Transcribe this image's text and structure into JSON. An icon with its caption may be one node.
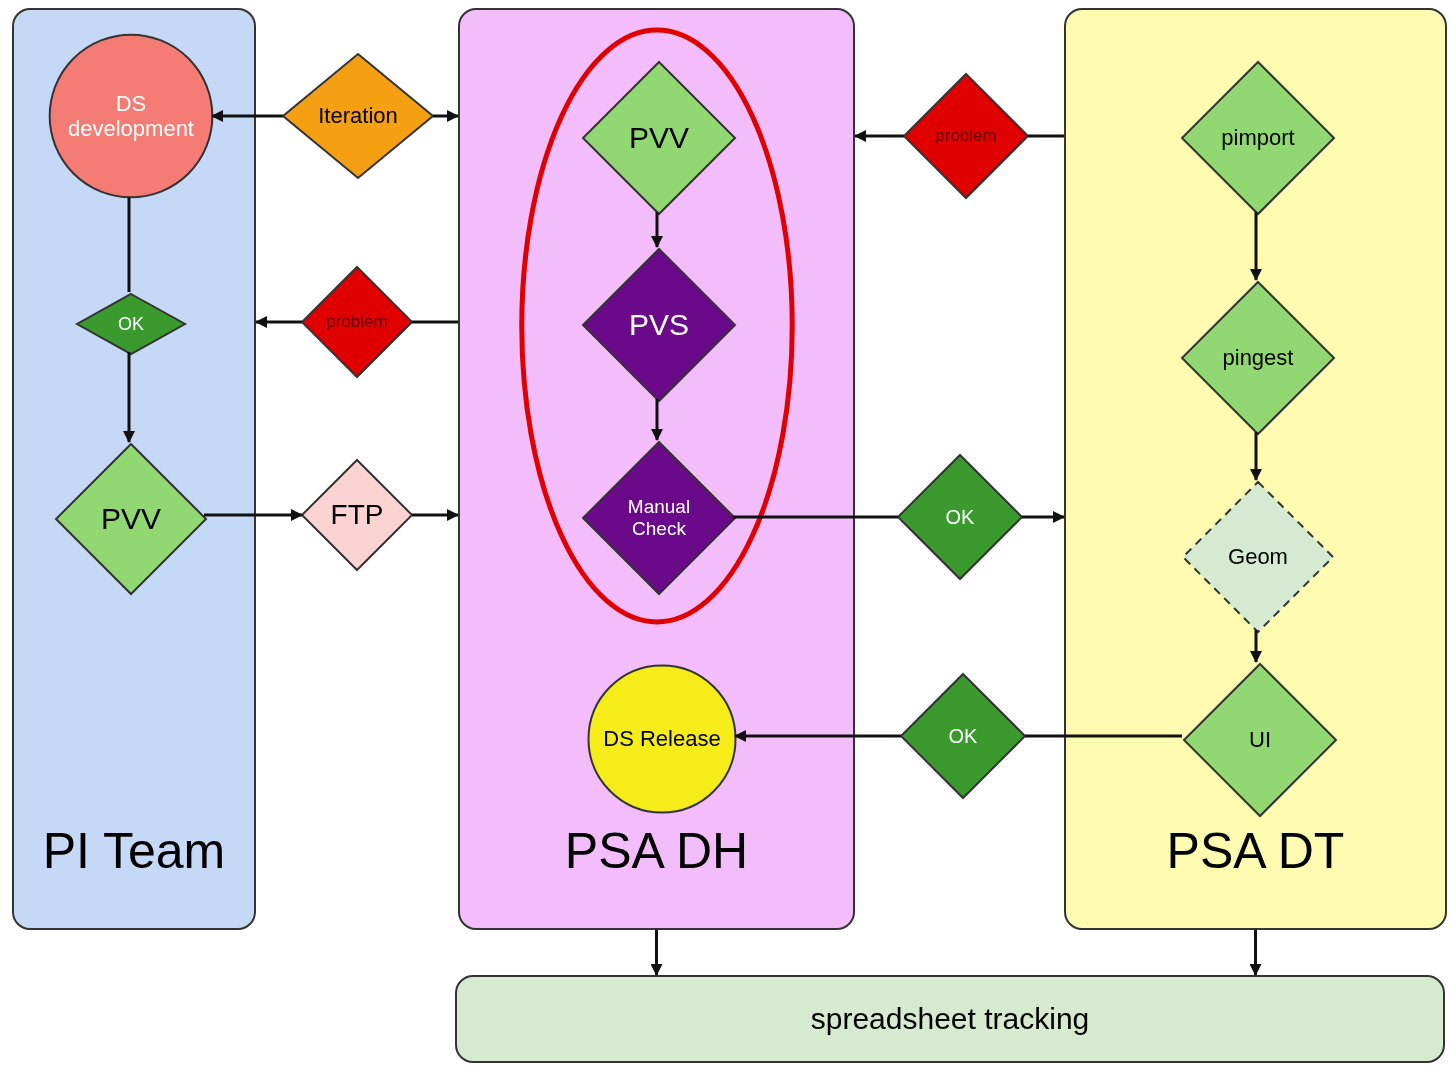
{
  "diagram": {
    "nodes": [
      {
        "text": [
          "PI Team"
        ]
      },
      {
        "text": [
          "DS development"
        ],
        "in": 0
      },
      {
        "text": [
          "OK"
        ],
        "in": 0
      },
      {
        "text": [
          "PVV"
        ],
        "in": 0
      },
      {
        "text": [
          "Iteration"
        ]
      },
      {
        "text": [
          "problem"
        ]
      },
      {
        "text": [
          "FTP"
        ]
      },
      {
        "text": [
          "PSA DH"
        ]
      },
      {
        "text": [],
        "shape": "ellipse",
        "in": 7
      },
      {
        "text": [
          "PVV"
        ],
        "in": 8
      },
      {
        "text": [
          "PVS"
        ],
        "in": 8
      },
      {
        "text": [
          "Manual Check"
        ],
        "in": 8
      },
      {
        "text": [
          "DS Release"
        ],
        "in": 7
      },
      {
        "text": [
          "problem"
        ]
      },
      {
        "text": [
          "OK"
        ]
      },
      {
        "text": [
          "OK"
        ]
      },
      {
        "text": [
          "PSA DT"
        ]
      },
      {
        "text": [
          "pimport"
        ],
        "in": 16
      },
      {
        "text": [
          "pingest"
        ],
        "in": 16
      },
      {
        "text": [
          "Geom"
        ],
        "in": 16
      },
      {
        "text": [
          "UI"
        ],
        "in": 16
      },
      {
        "text": [
          "spreadsheet tracking"
        ]
      }
    ],
    "edges": [
      {
        "from": 4,
        "to": 1,
        "arrow": "to"
      },
      {
        "from": 4,
        "to": 7,
        "arrow": "to"
      },
      {
        "from": 1,
        "to": 2,
        "arrow": "none"
      },
      {
        "from": 2,
        "to": 3,
        "arrow": "to"
      },
      {
        "from": 7,
        "to": 5,
        "arrow": "none"
      },
      {
        "from": 5,
        "to": 0,
        "arrow": "to"
      },
      {
        "from": 3,
        "to": 6,
        "arrow": "to"
      },
      {
        "from": 6,
        "to": 7,
        "arrow": "to"
      },
      {
        "from": 9,
        "to": 10,
        "arrow": "to"
      },
      {
        "from": 10,
        "to": 11,
        "arrow": "to"
      },
      {
        "from": 16,
        "to": 13,
        "arrow": "none"
      },
      {
        "from": 13,
        "to": 7,
        "arrow": "to"
      },
      {
        "from": 11,
        "to": 14,
        "arrow": "none"
      },
      {
        "from": 14,
        "to": 16,
        "arrow": "to"
      },
      {
        "from": 17,
        "to": 18,
        "arrow": "to"
      },
      {
        "from": 18,
        "to": 19,
        "arrow": "to"
      },
      {
        "from": 19,
        "to": 20,
        "arrow": "to"
      },
      {
        "from": 20,
        "to": 15,
        "arrow": "none"
      },
      {
        "from": 15,
        "to": 12,
        "arrow": "to"
      },
      {
        "from": 7,
        "to": 21,
        "arrow": "to"
      },
      {
        "from": 16,
        "to": 21,
        "arrow": "to"
      }
    ]
  }
}
